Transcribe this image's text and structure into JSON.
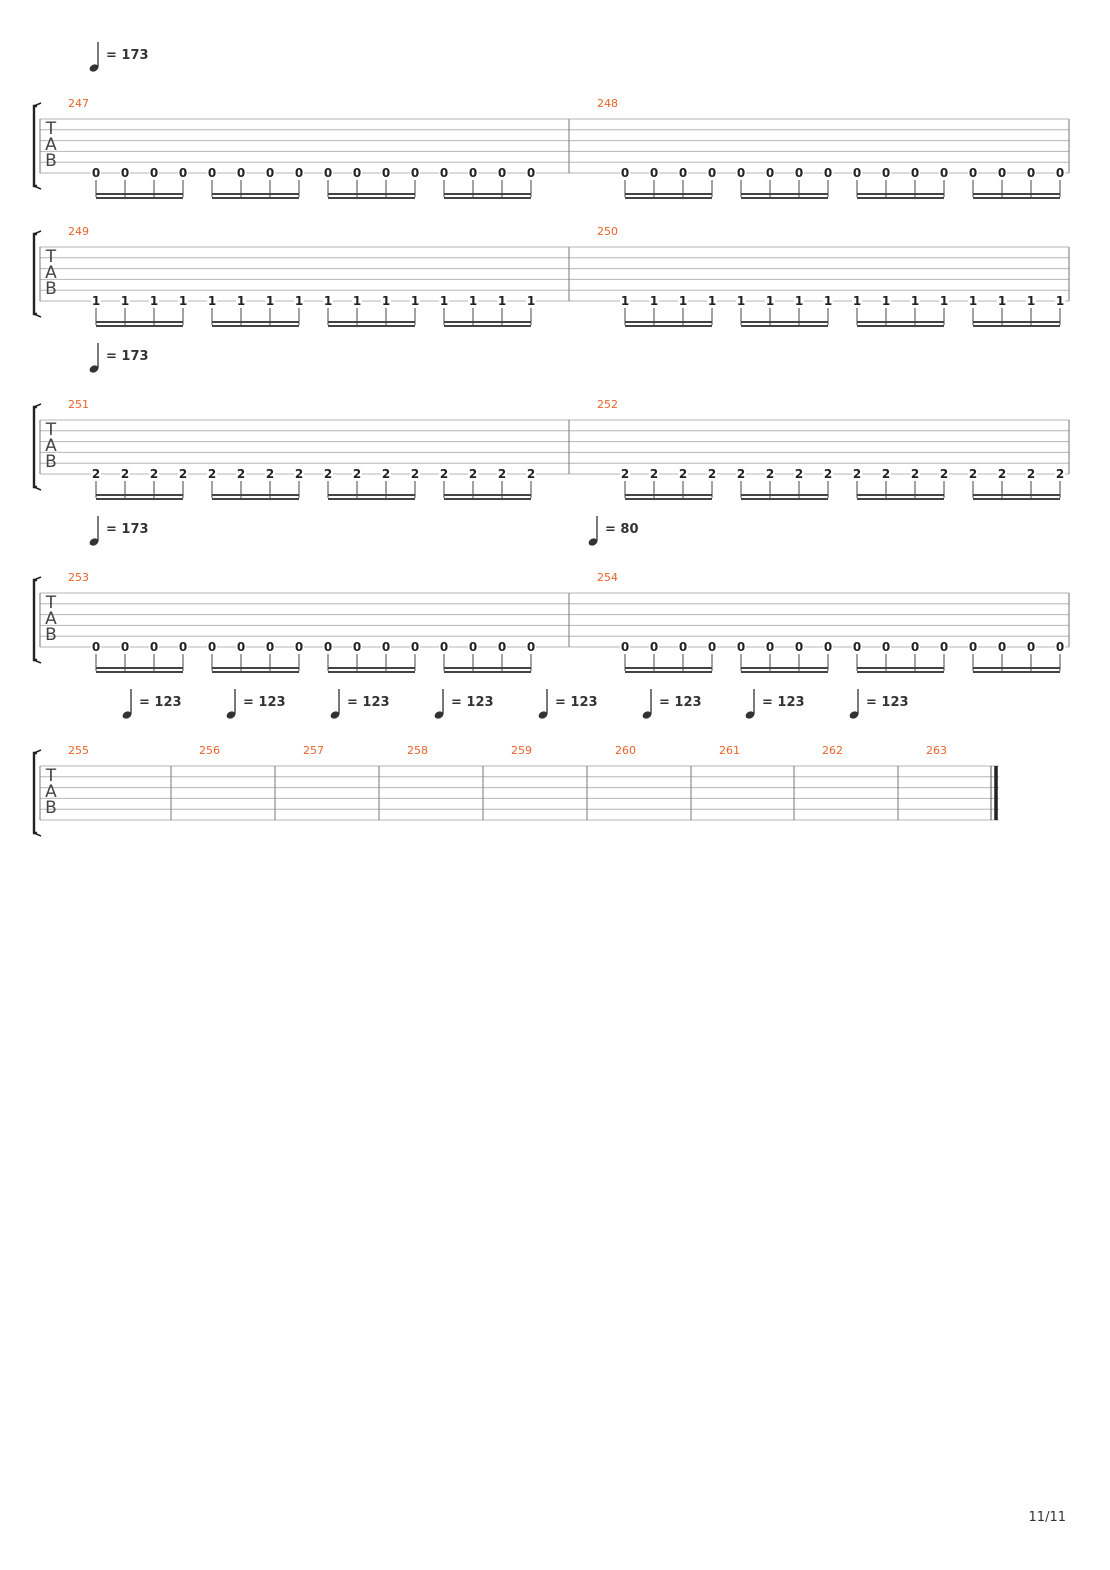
{
  "page": {
    "number": "11/11"
  },
  "tab_clef": [
    "T",
    "A",
    "B"
  ],
  "systems": [
    {
      "measures": [
        {
          "number": "247",
          "tempo": "= 173",
          "frets": [
            "0",
            "0",
            "0",
            "0",
            "0",
            "0",
            "0",
            "0",
            "0",
            "0",
            "0",
            "0",
            "0",
            "0",
            "0",
            "0"
          ]
        },
        {
          "number": "248",
          "tempo": null,
          "frets": [
            "0",
            "0",
            "0",
            "0",
            "0",
            "0",
            "0",
            "0",
            "0",
            "0",
            "0",
            "0",
            "0",
            "0",
            "0",
            "0"
          ]
        }
      ]
    },
    {
      "measures": [
        {
          "number": "249",
          "tempo": null,
          "frets": [
            "1",
            "1",
            "1",
            "1",
            "1",
            "1",
            "1",
            "1",
            "1",
            "1",
            "1",
            "1",
            "1",
            "1",
            "1",
            "1"
          ]
        },
        {
          "number": "250",
          "tempo": null,
          "frets": [
            "1",
            "1",
            "1",
            "1",
            "1",
            "1",
            "1",
            "1",
            "1",
            "1",
            "1",
            "1",
            "1",
            "1",
            "1",
            "1"
          ]
        }
      ]
    },
    {
      "measures": [
        {
          "number": "251",
          "tempo": "= 173",
          "frets": [
            "2",
            "2",
            "2",
            "2",
            "2",
            "2",
            "2",
            "2",
            "2",
            "2",
            "2",
            "2",
            "2",
            "2",
            "2",
            "2"
          ]
        },
        {
          "number": "252",
          "tempo": null,
          "frets": [
            "2",
            "2",
            "2",
            "2",
            "2",
            "2",
            "2",
            "2",
            "2",
            "2",
            "2",
            "2",
            "2",
            "2",
            "2",
            "2"
          ]
        }
      ]
    },
    {
      "measures": [
        {
          "number": "253",
          "tempo": "= 173",
          "frets": [
            "0",
            "0",
            "0",
            "0",
            "0",
            "0",
            "0",
            "0",
            "0",
            "0",
            "0",
            "0",
            "0",
            "0",
            "0",
            "0"
          ]
        },
        {
          "number": "254",
          "tempo": "= 80",
          "frets": [
            "0",
            "0",
            "0",
            "0",
            "0",
            "0",
            "0",
            "0",
            "0",
            "0",
            "0",
            "0",
            "0",
            "0",
            "0",
            "0"
          ]
        }
      ]
    },
    {
      "measures": [
        {
          "number": "255",
          "tempo": null,
          "frets": []
        },
        {
          "number": "256",
          "tempo": "= 123",
          "frets": []
        },
        {
          "number": "257",
          "tempo": "= 123",
          "frets": []
        },
        {
          "number": "258",
          "tempo": "= 123",
          "frets": []
        },
        {
          "number": "259",
          "tempo": "= 123",
          "frets": []
        },
        {
          "number": "260",
          "tempo": "= 123",
          "frets": []
        },
        {
          "number": "261",
          "tempo": "= 123",
          "frets": []
        },
        {
          "number": "262",
          "tempo": "= 123",
          "frets": []
        },
        {
          "number": "263",
          "tempo": "= 123",
          "frets": []
        }
      ]
    }
  ]
}
